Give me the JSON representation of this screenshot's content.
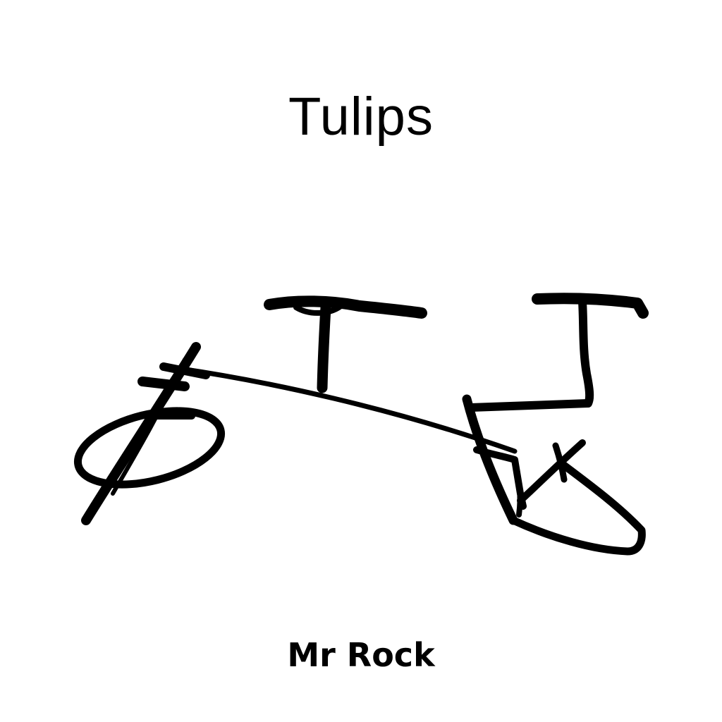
{
  "album": {
    "title": "Tulips",
    "artist": "Mr Rock"
  },
  "colors": {
    "background": "#ffffff",
    "ink": "#000000"
  },
  "artwork": {
    "description_icon": "hand-drawn-bicycle-sketch"
  }
}
